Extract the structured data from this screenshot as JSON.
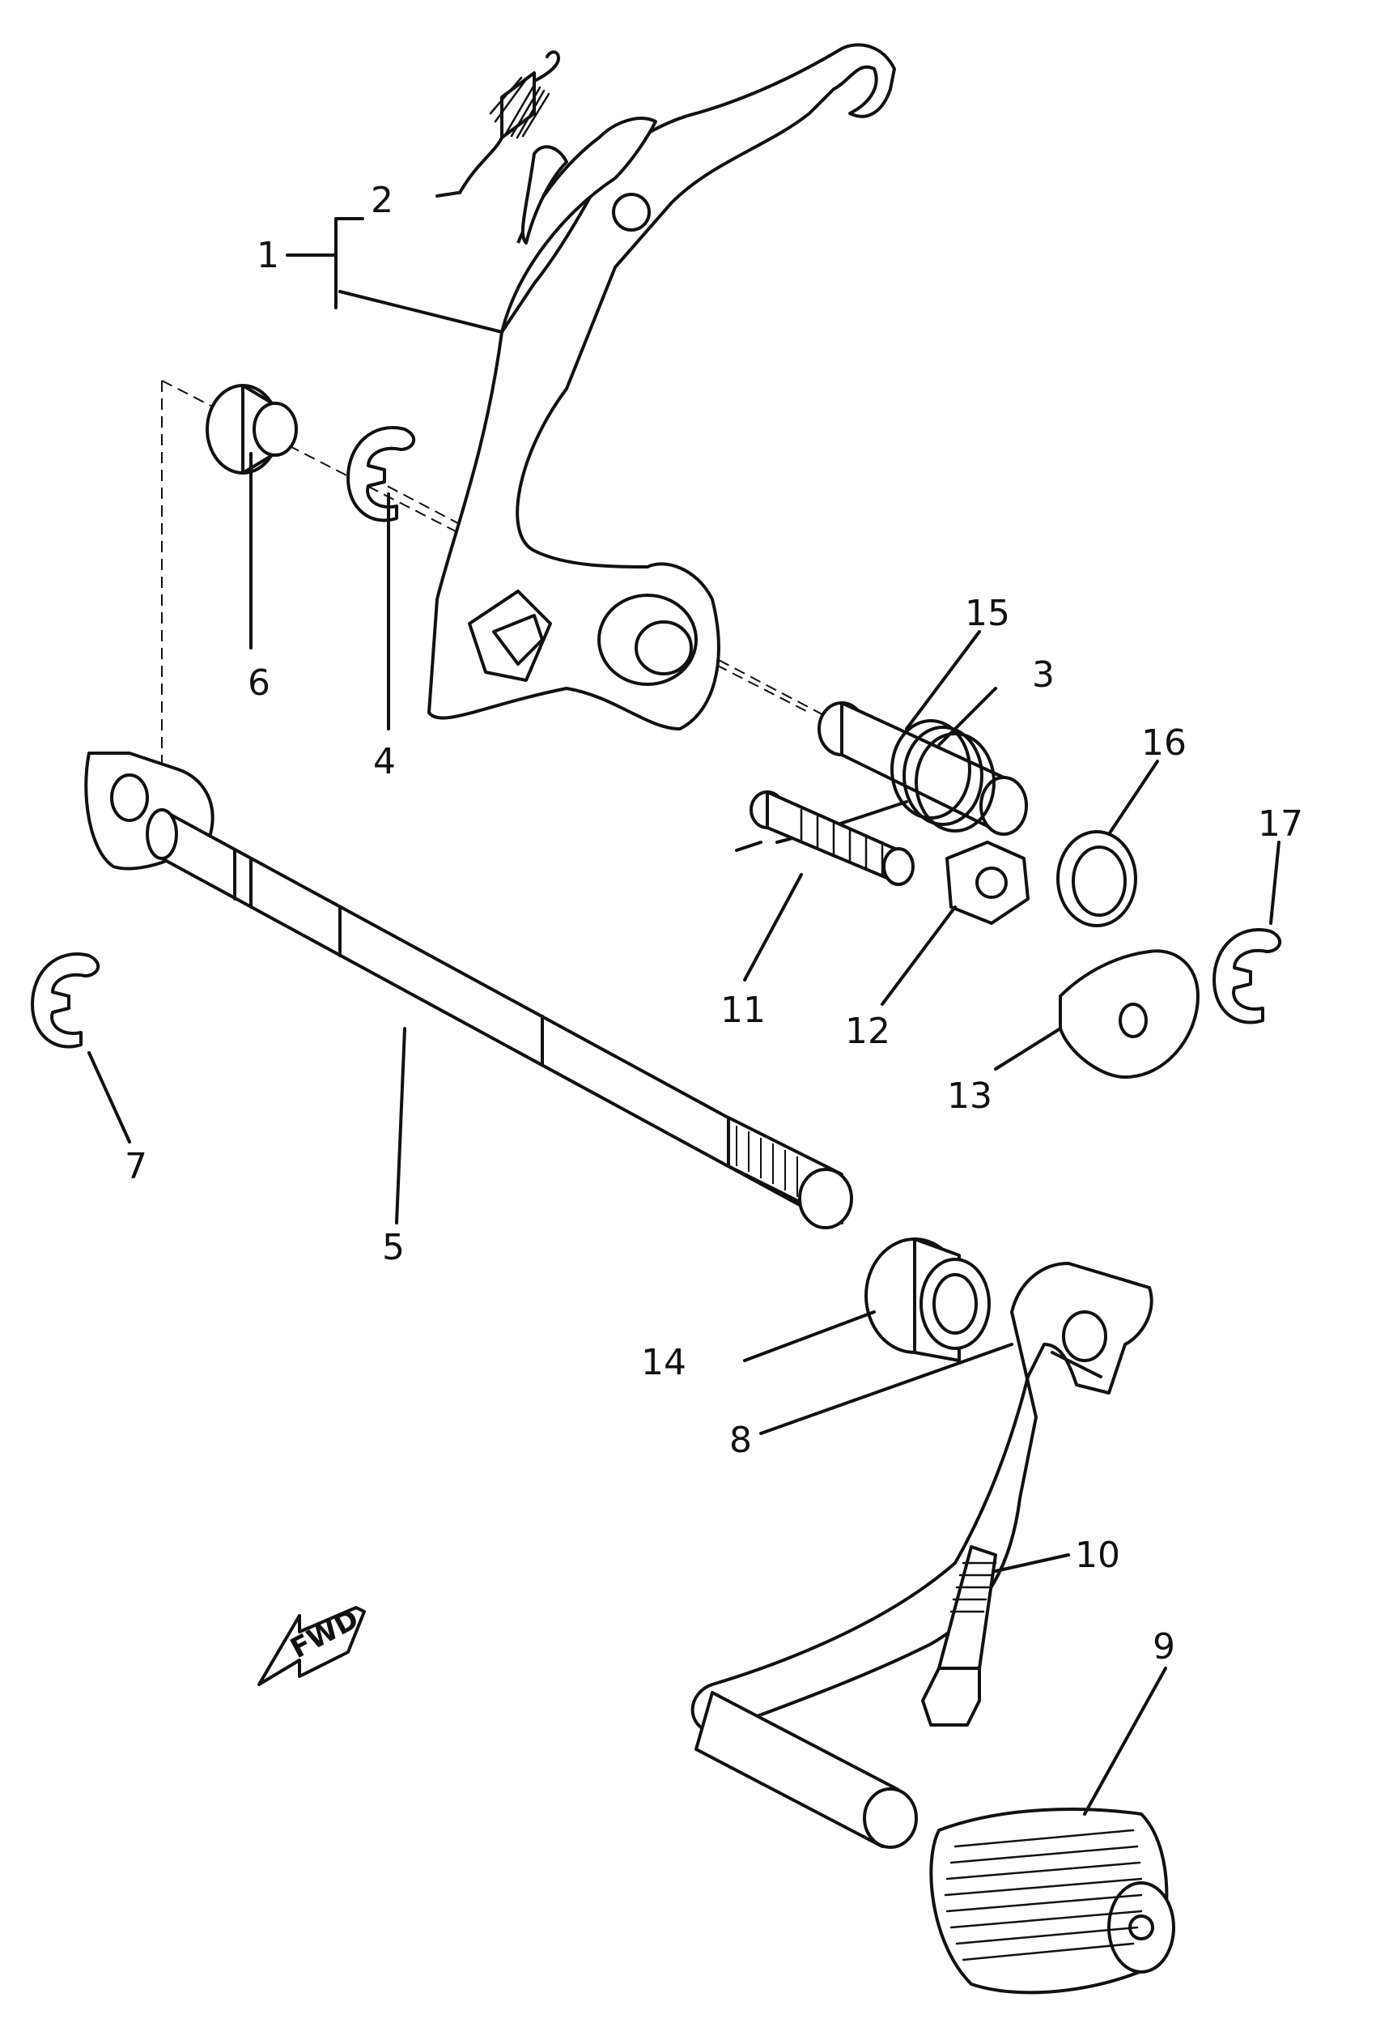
{
  "callouts": [
    {
      "id": "1",
      "text": "1"
    },
    {
      "id": "2",
      "text": "2"
    },
    {
      "id": "3",
      "text": "3"
    },
    {
      "id": "4",
      "text": "4"
    },
    {
      "id": "5",
      "text": "5"
    },
    {
      "id": "6",
      "text": "6"
    },
    {
      "id": "7",
      "text": "7"
    },
    {
      "id": "8",
      "text": "8"
    },
    {
      "id": "9",
      "text": "9"
    },
    {
      "id": "10",
      "text": "10"
    },
    {
      "id": "11",
      "text": "11"
    },
    {
      "id": "12",
      "text": "12"
    },
    {
      "id": "13",
      "text": "13"
    },
    {
      "id": "14",
      "text": "14"
    },
    {
      "id": "15",
      "text": "15"
    },
    {
      "id": "16",
      "text": "16"
    },
    {
      "id": "17",
      "text": "17"
    }
  ],
  "direction_arrow": {
    "text": "FWD",
    "icon": "fwd-arrow-icon"
  }
}
